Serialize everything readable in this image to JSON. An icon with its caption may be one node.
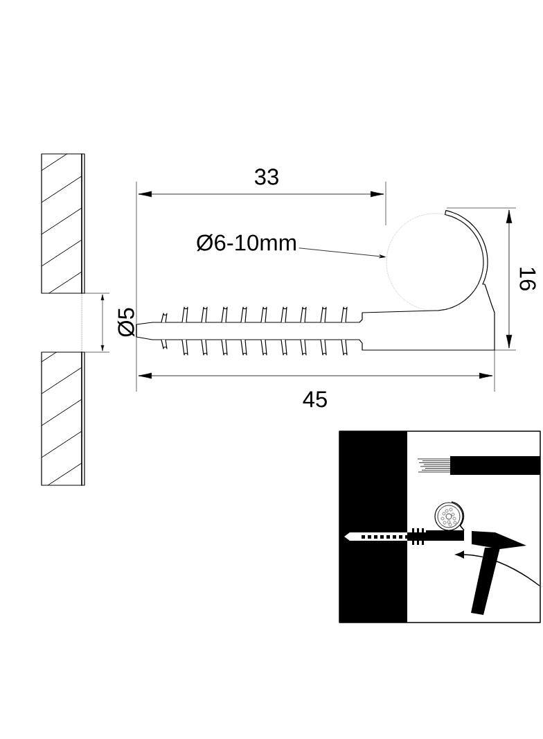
{
  "diagram": {
    "nodes": [
      {
        "text": [
          "Ø6-10mm"
        ]
      },
      {
        "text": [],
        "shape": "circle"
      }
    ],
    "edges": [
      {
        "from": 0,
        "to": 1,
        "arrow": "to"
      }
    ],
    "labels": [
      "33",
      "Ø5",
      "16",
      "45"
    ]
  }
}
